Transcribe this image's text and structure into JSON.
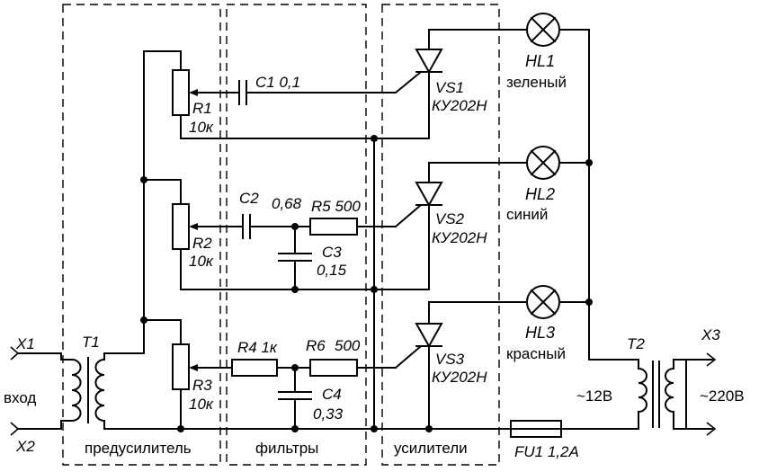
{
  "labels": {
    "x1": "X1",
    "x2": "X2",
    "x3": "X3",
    "input": "вход",
    "t1": "T1",
    "t2": "T2",
    "r1_name": "R1",
    "r1_value": "10к",
    "r2_name": "R2",
    "r2_value": "10к",
    "r3_name": "R3",
    "r3_value": "10к",
    "c1": "C1 0,1",
    "c2": "C2",
    "c2_value": "0,68",
    "r5": "R5 500",
    "c3": "C3",
    "c3_value": "0,15",
    "r4": "R4 1к",
    "r6": "R6",
    "r6_value": "500",
    "c4": "C4",
    "c4_value": "0,33",
    "vs1": "VS1",
    "vs1_type": "КУ202Н",
    "vs2": "VS2",
    "vs2_type": "КУ202Н",
    "vs3": "VS3",
    "vs3_type": "КУ202Н",
    "hl1": "HL1",
    "hl1_color": "зеленый",
    "hl2": "HL2",
    "hl2_color": "синий",
    "hl3": "HL3",
    "hl3_color": "красный",
    "fu1": "FU1 1,2А",
    "v12": "~12В",
    "v220": "~220В",
    "section_preamp": "предусилитель",
    "section_filters": "фильтры",
    "section_amps": "усилители"
  }
}
